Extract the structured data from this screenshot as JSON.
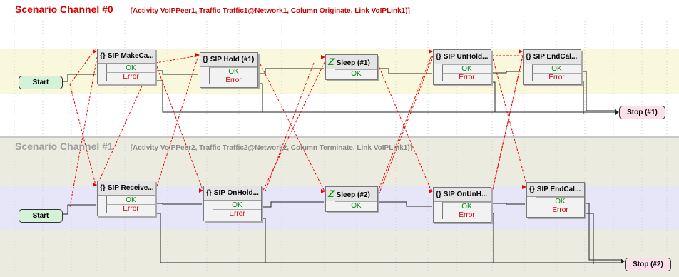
{
  "channels": [
    {
      "name": "Scenario Channel #0",
      "info": "[Activity VoIPPeer1, Traffic Traffic1@Network1, Column Originate, Link VoIPLink1)]",
      "start_label": "Start",
      "stop_label": "Stop (#1)",
      "nodes": [
        {
          "icon": "{}",
          "label": "SIP MakeCa...",
          "ok": "OK",
          "error": "Error"
        },
        {
          "icon": "{}",
          "label": "SIP Hold (#1)",
          "ok": "OK",
          "error": "Error"
        },
        {
          "icon": "Z",
          "label": "Sleep (#1)",
          "ok": "OK"
        },
        {
          "icon": "{}",
          "label": "SIP UnHold...",
          "ok": "OK",
          "error": "Error"
        },
        {
          "icon": "{}",
          "label": "SIP EndCal...",
          "ok": "OK",
          "error": "Error"
        }
      ]
    },
    {
      "name": "Scenario Channel #1",
      "info": "[Activity VoIPPeer2, Traffic Traffic2@Network2, Column Terminate, Link VoIPLink1)]",
      "start_label": "Start",
      "stop_label": "Stop (#2)",
      "nodes": [
        {
          "icon": "{}",
          "label": "SIP Receive...",
          "ok": "OK",
          "error": "Error"
        },
        {
          "icon": "{}",
          "label": "SIP OnHold...",
          "ok": "OK",
          "error": "Error"
        },
        {
          "icon": "Z",
          "label": "Sleep (#2)",
          "ok": "OK"
        },
        {
          "icon": "{}",
          "label": "SIP OnUnH...",
          "ok": "OK",
          "error": "Error"
        },
        {
          "icon": "{}",
          "label": "SIP EndCal...",
          "ok": "OK",
          "error": "Error"
        }
      ]
    }
  ],
  "colors": {
    "sync_link": "#ee0000",
    "flow_link": "#222222",
    "ok_text": "#118811",
    "error_text": "#cc0000"
  }
}
